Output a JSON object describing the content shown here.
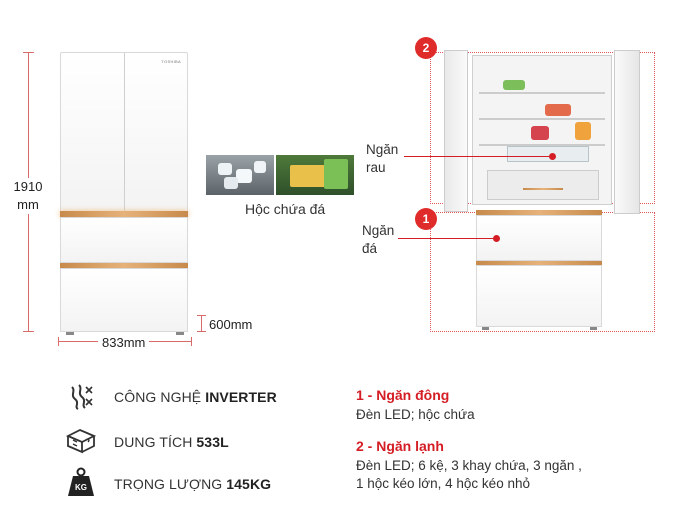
{
  "dimensions": {
    "height": "1910\nmm",
    "height_line1": "1910",
    "height_line2": "mm",
    "width": "833mm",
    "depth": "600mm"
  },
  "brand_mark": "TOSHIBA",
  "ice_tray_label": "Hộc chứa đá",
  "callouts": {
    "veg": [
      "Ngăn",
      "rau"
    ],
    "ice": [
      "Ngăn",
      "đá"
    ],
    "badge1": "1",
    "badge2": "2"
  },
  "specs": [
    {
      "icon": "inverter-icon",
      "prefix": "CÔNG NGHỆ ",
      "value": "INVERTER"
    },
    {
      "icon": "capacity-icon",
      "prefix": "DUNG TÍCH ",
      "value": "533L"
    },
    {
      "icon": "weight-icon",
      "prefix": "TRỌNG LƯỢNG ",
      "value": "145KG",
      "icon_text": "KG"
    }
  ],
  "legend": [
    {
      "title": "1 - Ngăn đông",
      "lines": [
        "Đèn LED; hộc chứa"
      ]
    },
    {
      "title": "2 - Ngăn lạnh",
      "lines": [
        "Đèn LED; 6 kệ, 3 khay chứa, 3 ngăn ,",
        "1 hộc kéo lớn, 4 hộc kéo nhỏ"
      ]
    }
  ],
  "colors": {
    "accent_red": "#d41d24",
    "handle_copper": "#d49a5e"
  }
}
